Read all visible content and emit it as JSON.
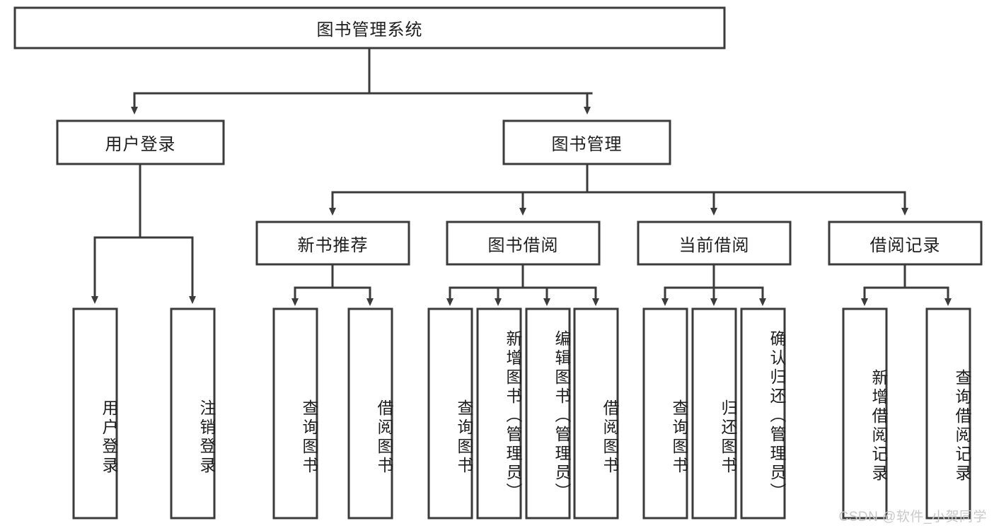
{
  "diagram": {
    "type": "tree",
    "title_node": "图书管理系统",
    "watermark": "CSDN @软件_小贺同学",
    "colors": {
      "stroke": "#3b3b3b",
      "fill": "#ffffff",
      "text": "#1d1d1d",
      "watermark": "#c9c9c9",
      "background": "#ffffff"
    },
    "nodes": {
      "root": {
        "label": "图书管理系统",
        "orientation": "horizontal"
      },
      "l2": [
        {
          "label": "用户登录",
          "orientation": "horizontal"
        },
        {
          "label": "图书管理",
          "orientation": "horizontal"
        }
      ],
      "l3": [
        {
          "label": "新书推荐",
          "orientation": "horizontal"
        },
        {
          "label": "图书借阅",
          "orientation": "horizontal"
        },
        {
          "label": "当前借阅",
          "orientation": "horizontal"
        },
        {
          "label": "借阅记录",
          "orientation": "horizontal"
        }
      ],
      "leaves": [
        {
          "label": "用户登录",
          "orientation": "vertical",
          "parent": "用户登录"
        },
        {
          "label": "注销登录",
          "orientation": "vertical",
          "parent": "用户登录"
        },
        {
          "label": "查询图书",
          "orientation": "vertical",
          "parent": "新书推荐"
        },
        {
          "label": "借阅图书",
          "orientation": "vertical",
          "parent": "新书推荐"
        },
        {
          "label": "查询图书",
          "orientation": "vertical",
          "parent": "图书借阅"
        },
        {
          "label": "新增图书（管理员）",
          "orientation": "vertical",
          "parent": "图书借阅"
        },
        {
          "label": "编辑图书（管理员）",
          "orientation": "vertical",
          "parent": "图书借阅"
        },
        {
          "label": "借阅图书",
          "orientation": "vertical",
          "parent": "图书借阅"
        },
        {
          "label": "查询图书",
          "orientation": "vertical",
          "parent": "当前借阅"
        },
        {
          "label": "归还图书",
          "orientation": "vertical",
          "parent": "当前借阅"
        },
        {
          "label": "确认归还（管理员）",
          "orientation": "vertical",
          "parent": "当前借阅"
        },
        {
          "label": "新增借阅记录",
          "orientation": "vertical",
          "parent": "借阅记录"
        },
        {
          "label": "查询借阅记录",
          "orientation": "vertical",
          "parent": "借阅记录"
        }
      ]
    }
  }
}
